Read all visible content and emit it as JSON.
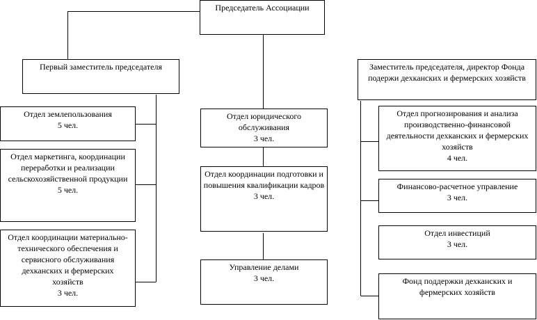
{
  "chairman": {
    "title": "Председатель Ассоциации"
  },
  "first_deputy": {
    "title": "Первый заместитель председателя"
  },
  "deputy_fund": {
    "title_line1": "Заместитель председателя, директор Фонда",
    "title_line2": "подержи дехканских и фермерских хозяйств"
  },
  "left_departments": [
    {
      "lines": [
        "Отдел землепользования",
        "5 чел."
      ]
    },
    {
      "lines": [
        "Отдел маркетинга, координации",
        "переработки и реализации",
        "сельскохозяйственной продукции",
        "5 чел."
      ]
    },
    {
      "lines": [
        "Отдел координации материально-",
        "технического обеспечения и",
        "сервисного обслуживания",
        "дехканских и фермерских",
        "хозяйств",
        "3 чел."
      ]
    }
  ],
  "center_departments": [
    {
      "lines": [
        "Отдел юридического",
        "обслуживания",
        "3 чел."
      ]
    },
    {
      "lines": [
        "Отдел координации подготовки и",
        "повышения квалификации кадров",
        "3 чел."
      ]
    },
    {
      "lines": [
        "Управление делами",
        "3 чел."
      ]
    }
  ],
  "right_departments": [
    {
      "lines": [
        "Отдел прогнозирования и анализа",
        "производственно-финансовой",
        "деятельности дехканских и фермерских",
        "хозяйств",
        "4 чел."
      ]
    },
    {
      "lines": [
        "Финансово-расчетное управление",
        "3 чел."
      ]
    },
    {
      "lines": [
        "Отдел инвестиций",
        "3 чел."
      ]
    },
    {
      "lines": [
        "Фонд поддержки дехканских и",
        "фермерских хозяйств"
      ]
    }
  ]
}
